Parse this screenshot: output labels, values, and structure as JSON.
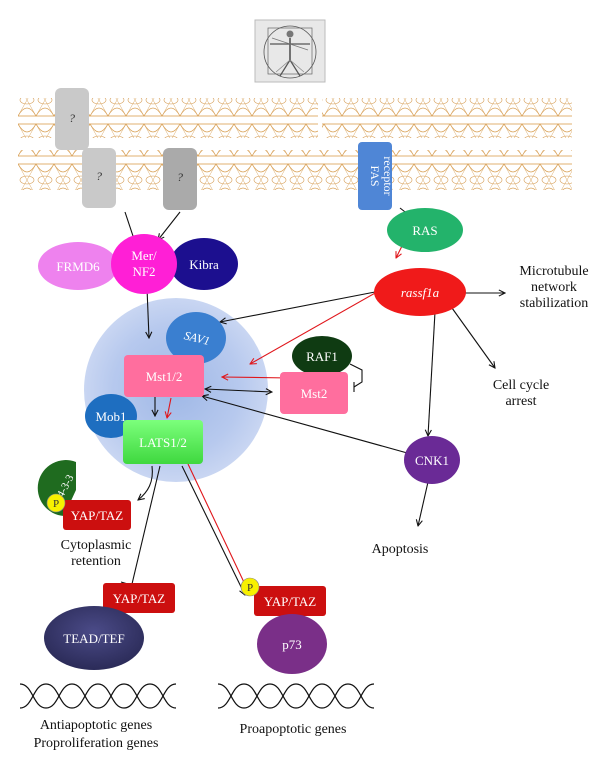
{
  "membrane": {
    "unknown_receptor_1": "?",
    "unknown_receptor_2": "?",
    "unknown_receptor_3": "?",
    "fas_receptor_line1": "FAS",
    "fas_receptor_line2": "receptor"
  },
  "nodes": {
    "frmd6": "FRMD6",
    "mer_nf2_line1": "Mer/",
    "mer_nf2_line2": "NF2",
    "kibra": "Kibra",
    "ras": "RAS",
    "rassf1a": "rassf1a",
    "sav1": "SAV1",
    "mst12": "Mst1/2",
    "raf1": "RAF1",
    "mst2": "Mst2",
    "mob1": "Mob1",
    "lats12": "LATS1/2",
    "cnk1": "CNK1",
    "protein_1433": "14-3-3",
    "phospho_1": "P",
    "phospho_2": "P",
    "yap_taz_cyto": "YAP/TAZ",
    "yap_taz_tead": "YAP/TAZ",
    "tead_tef": "TEAD/TEF",
    "yap_taz_p73": "YAP/TAZ",
    "p73": "p73"
  },
  "outcomes": {
    "microtubule_line1": "Microtubule",
    "microtubule_line2": "network",
    "microtubule_line3": "stabilization",
    "cell_cycle_line1": "Cell cycle",
    "cell_cycle_line2": "arrest",
    "apoptosis": "Apoptosis",
    "cyto_ret_line1": "Cytoplasmic",
    "cyto_ret_line2": "retention",
    "antiapoptotic": "Antiapoptotic genes",
    "proproliferation": "Proproliferation genes",
    "proapoptotic": "Proapoptotic genes"
  },
  "colors": {
    "membrane_line": "#d9a35a",
    "black_arrow": "#111111",
    "red_arrow": "#e0161b",
    "frmd6": "#ee82ee",
    "mer_nf2": "#ff1fd6",
    "kibra": "#1c0f8f",
    "fas": "#4f86d6",
    "ras": "#23b36b",
    "rassf1a": "#f01a1a",
    "sav1": "#3a7fd0",
    "mst": "#ff6e9e",
    "raf1": "#0f3b12",
    "mob1": "#1e6ec0",
    "lats": "#58f058",
    "cnk1": "#6a2a96",
    "protein_1433": "#1f6b1f",
    "phospho": "#f8f000",
    "yap_taz": "#cc0f0f",
    "tead": "#3a3a6e",
    "p73": "#7a2f88"
  }
}
